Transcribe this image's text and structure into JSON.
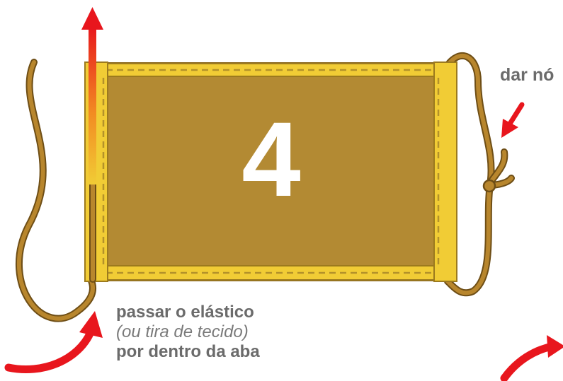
{
  "step_number": "4",
  "labels": {
    "knot": "dar nó",
    "instruction_line1": "passar o elástico",
    "instruction_line2": "(ou tira de tecido)",
    "instruction_line3": "por dentro da aba"
  },
  "colors": {
    "fabric": "#b38a33",
    "fabric_dark": "#8c6a22",
    "hem": "#f1cc35",
    "stitch": "#b3912a",
    "cord": "#b8862d",
    "cord_outline": "#6e4e16",
    "arrow_red": "#e8161d",
    "text_gray": "#6b6b6b"
  },
  "icons": [
    "up-arrow-icon",
    "down-left-arrow-icon",
    "curved-arrow-icon"
  ]
}
